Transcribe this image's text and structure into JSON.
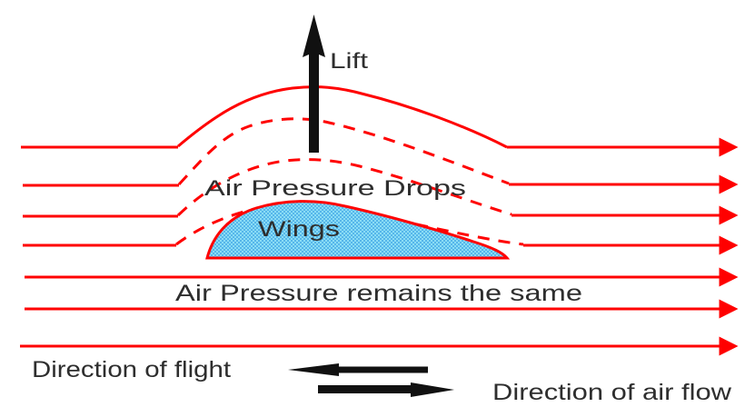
{
  "title": "Wing lift airflow diagram",
  "colors": {
    "background": "#FFFFFF",
    "streamline_red": "#FF0000",
    "wing_blue_light": "#8ADCF5",
    "wing_blue_dark": "#55B6EA",
    "black_arrow": "#111111",
    "label_text": "#2E2E2E"
  },
  "labels": {
    "lift": "Lift",
    "air_pressure_drops": "Air Pressure Drops",
    "wings": "Wings",
    "air_pressure_same": "Air Pressure remains the same",
    "direction_of_flight": "Direction of flight",
    "direction_of_air_flow": "Direction of air flow"
  },
  "diagram": {
    "streamline_count": 7,
    "dashed_streamlines_over_wing": 3,
    "flow_direction": "left-to-right",
    "lift_direction": "up",
    "flight_direction": "left"
  }
}
